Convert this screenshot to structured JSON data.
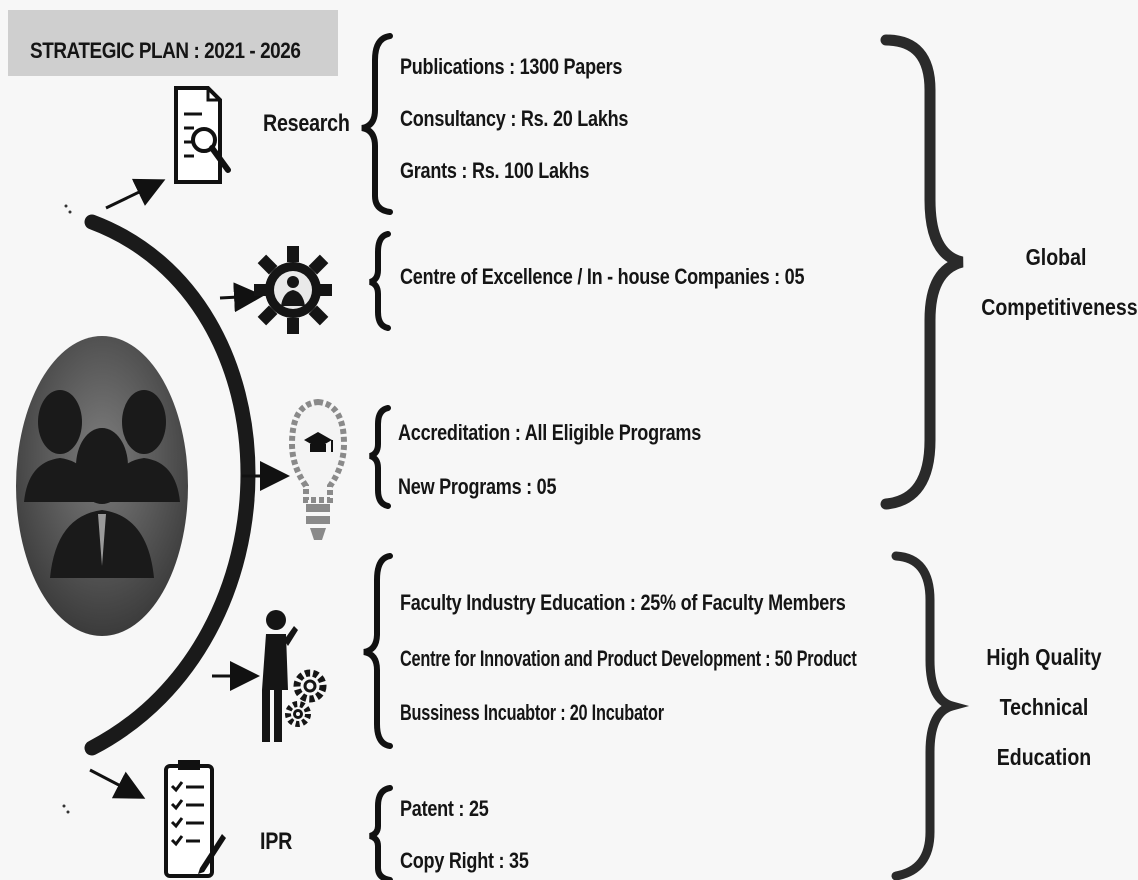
{
  "title": "STRATEGIC PLAN : 2021 - 2026",
  "groups": {
    "research": {
      "label": "Research",
      "items": [
        "Publications : 1300 Papers",
        "Consultancy : Rs. 20  Lakhs",
        "Grants : Rs. 100 Lakhs"
      ]
    },
    "excellence": {
      "items": [
        "Centre of Excellence / In - house Companies : 05"
      ]
    },
    "programs": {
      "items": [
        "Accreditation : All Eligible Programs",
        "New Programs : 05"
      ]
    },
    "industry": {
      "items": [
        "Faculty Industry Education : 25% of Faculty Members",
        "Centre for Innovation and Product Development : 50 Product",
        "Bussiness Incuabtor : 20 Incubator"
      ]
    },
    "ipr": {
      "label": "IPR",
      "items": [
        "Patent : 25",
        "Copy Right : 35"
      ]
    }
  },
  "outcomes": {
    "global": [
      "Global",
      "Competitiveness"
    ],
    "quality": [
      "High Quality",
      "Technical",
      "Education"
    ]
  },
  "icons": {
    "people": "people-group-icon",
    "research": "document-search-icon",
    "gear": "gear-person-icon",
    "bulb": "lightbulb-graduation-icon",
    "worker": "person-gears-icon",
    "checklist": "checklist-pencil-icon"
  }
}
